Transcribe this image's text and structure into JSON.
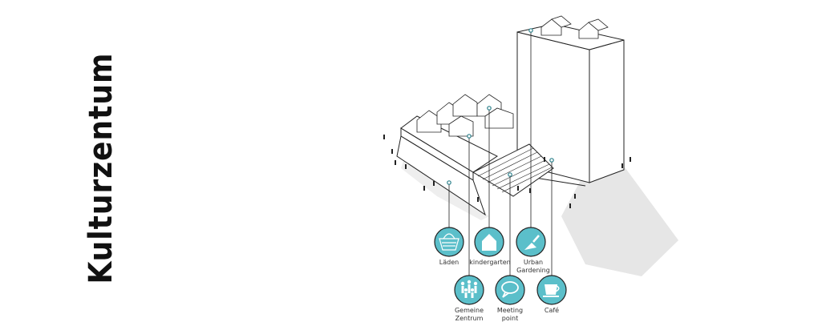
{
  "title": "Kulturzentum",
  "colors": {
    "accent": "#5bbfca",
    "line": "#222222",
    "shadow": "#e6e6e6"
  },
  "icons": [
    {
      "name": "basket-icon",
      "label": "Läden"
    },
    {
      "name": "house-icon",
      "label": "kindergarten"
    },
    {
      "name": "trowel-icon",
      "label": "Urban\nGardening"
    },
    {
      "name": "people-icon",
      "label": "Gemeine\nZentrum"
    },
    {
      "name": "speech-bubble-icon",
      "label": "Meeting\npoint"
    },
    {
      "name": "cup-icon",
      "label": "Café"
    }
  ]
}
